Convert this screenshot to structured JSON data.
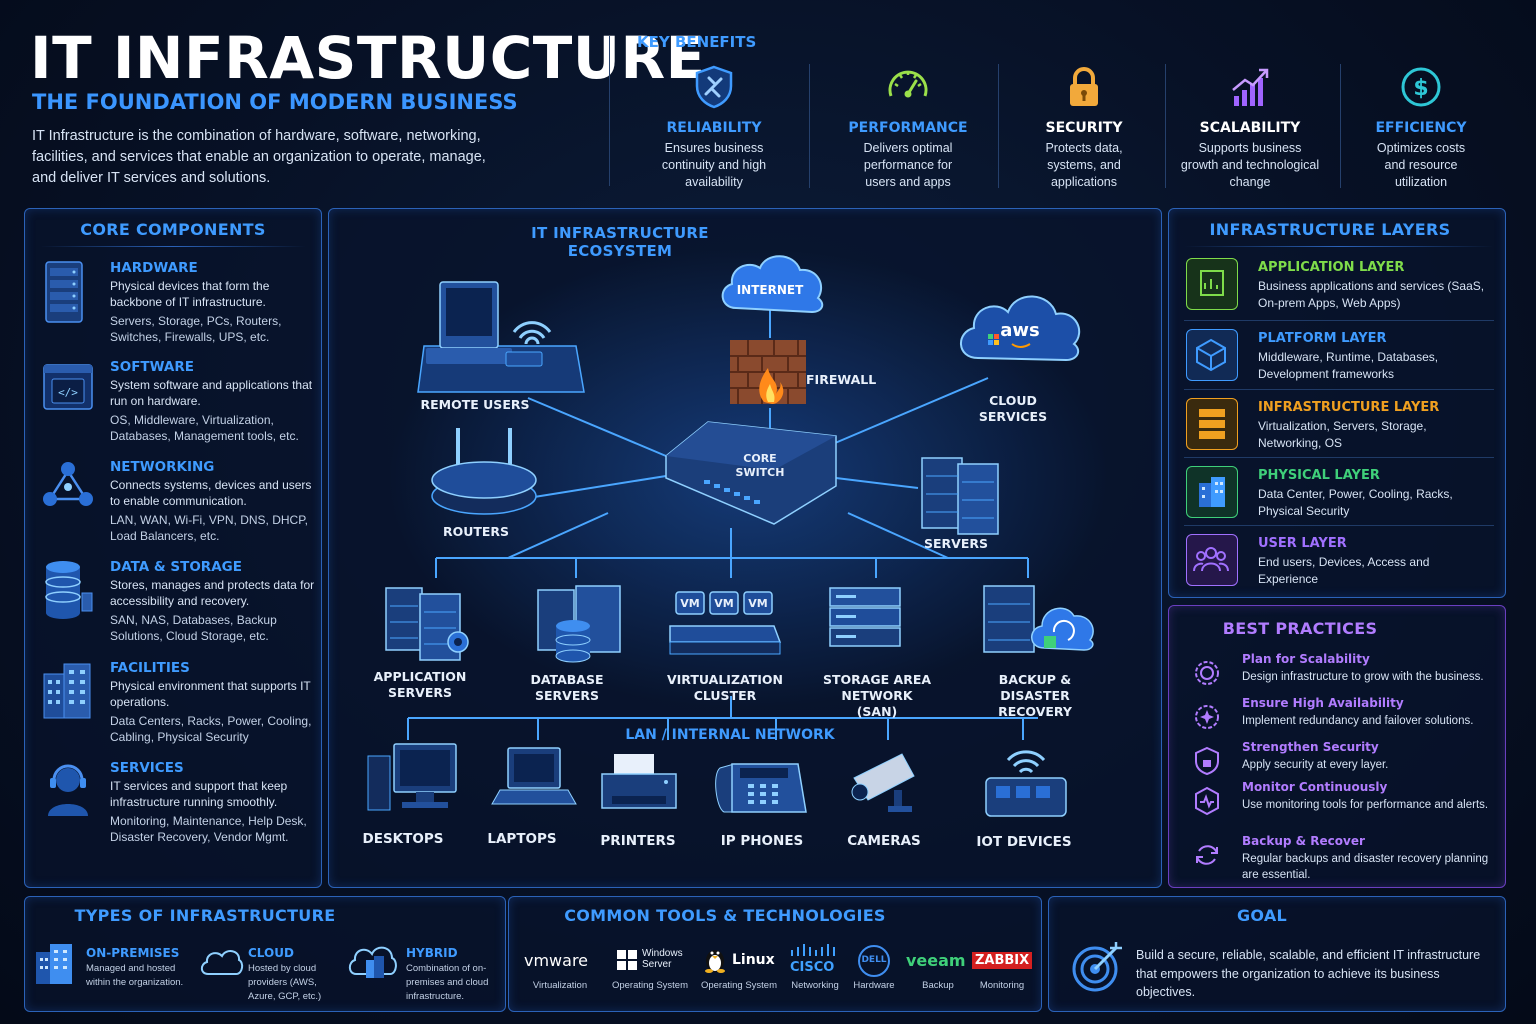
{
  "header": {
    "title": "IT INFRASTRUCTURE",
    "subtitle": "THE FOUNDATION OF MODERN BUSINESS",
    "intro": "IT Infrastructure is the combination of hardware, software, networking, facilities, and services that enable an organization to operate, manage, and deliver IT services and solutions."
  },
  "key_benefits": {
    "title": "KEY BENEFITS",
    "items": [
      {
        "name": "RELIABILITY",
        "desc": "Ensures business continuity and high availability",
        "color": "#3f9bff",
        "icon": "shield-icon"
      },
      {
        "name": "PERFORMANCE",
        "desc": "Delivers optimal performance for users and apps",
        "color": "#3f9bff",
        "icon": "speedometer-icon"
      },
      {
        "name": "SECURITY",
        "desc": "Protects data, systems, and applications",
        "color": "#ffffff",
        "icon": "padlock-icon"
      },
      {
        "name": "SCALABILITY",
        "desc": "Supports business growth and technological change",
        "color": "#ffffff",
        "icon": "growth-chart-icon"
      },
      {
        "name": "EFFICIENCY",
        "desc": "Optimizes costs and resource utilization",
        "color": "#3f9bff",
        "icon": "dollar-icon"
      }
    ]
  },
  "core_components": {
    "title": "CORE COMPONENTS",
    "items": [
      {
        "name": "HARDWARE",
        "desc": "Physical devices that form the backbone of IT infrastructure.",
        "list": "Servers, Storage, PCs, Routers, Switches, Firewalls, UPS, etc.",
        "icon": "server-rack-icon"
      },
      {
        "name": "SOFTWARE",
        "desc": "System software and applications that run on hardware.",
        "list": "OS, Middleware, Virtualization, Databases, Management tools, etc.",
        "icon": "code-window-icon"
      },
      {
        "name": "NETWORKING",
        "desc": "Connects systems, devices and users to enable communication.",
        "list": "LAN, WAN, Wi-Fi, VPN, DNS, DHCP, Load Balancers, etc.",
        "icon": "network-nodes-icon"
      },
      {
        "name": "DATA & STORAGE",
        "desc": "Stores, manages and protects data for accessibility and recovery.",
        "list": "SAN, NAS, Databases, Backup Solutions, Cloud Storage, etc.",
        "icon": "database-icon"
      },
      {
        "name": "FACILITIES",
        "desc": "Physical environment that supports IT operations.",
        "list": "Data Centers, Racks, Power, Cooling, Cabling, Physical Security",
        "icon": "building-icon"
      },
      {
        "name": "SERVICES",
        "desc": "IT services and support that keep infrastructure running smoothly.",
        "list": "Monitoring, Maintenance, Help Desk, Disaster Recovery, Vendor Mgmt.",
        "icon": "headset-agent-icon"
      }
    ]
  },
  "ecosystem": {
    "title": "IT INFRASTRUCTURE ECOSYSTEM",
    "internet": "INTERNET",
    "aws": "aws",
    "core_switch": "CORE SWITCH",
    "vm": "VM",
    "labels": {
      "remote_users": "REMOTE USERS",
      "firewall": "FIREWALL",
      "cloud_services": "CLOUD SERVICES",
      "routers": "ROUTERS",
      "servers": "SERVERS",
      "app_servers": "APPLICATION SERVERS",
      "db_servers": "DATABASE SERVERS",
      "virt_cluster": "VIRTUALIZATION CLUSTER",
      "san": "STORAGE AREA NETWORK (SAN)",
      "backup": "BACKUP & DISASTER RECOVERY",
      "lan": "LAN / INTERNAL NETWORK",
      "desktops": "DESKTOPS",
      "laptops": "LAPTOPS",
      "printers": "PRINTERS",
      "ip_phones": "IP PHONES",
      "cameras": "CAMERAS",
      "iot": "IOT DEVICES"
    }
  },
  "layers": {
    "title": "INFRASTRUCTURE LAYERS",
    "items": [
      {
        "name": "APPLICATION LAYER",
        "desc": "Business applications and services (SaaS, On-prem Apps, Web Apps)",
        "color": "#7fdc4a",
        "icon": "app-layer-icon"
      },
      {
        "name": "PLATFORM LAYER",
        "desc": "Middleware, Runtime, Databases, Development frameworks",
        "color": "#3f9bff",
        "icon": "cube-icon"
      },
      {
        "name": "INFRASTRUCTURE LAYER",
        "desc": "Virtualization, Servers, Storage, Networking, OS",
        "color": "#f0a020",
        "icon": "server-stack-icon"
      },
      {
        "name": "PHYSICAL LAYER",
        "desc": "Data Center, Power, Cooling, Racks, Physical Security",
        "color": "#3fd07a",
        "icon": "datacenter-building-icon"
      },
      {
        "name": "USER LAYER",
        "desc": "End users, Devices, Access and Experience",
        "color": "#a070ff",
        "icon": "users-icon"
      }
    ]
  },
  "best_practices": {
    "title": "BEST PRACTICES",
    "items": [
      {
        "name": "Plan for Scalability",
        "desc": "Design infrastructure to grow with the business.",
        "icon": "gear-growth-icon"
      },
      {
        "name": "Ensure High Availability",
        "desc": "Implement redundancy and failover solutions.",
        "icon": "availability-gear-icon"
      },
      {
        "name": "Strengthen Security",
        "desc": "Apply security at every layer.",
        "icon": "security-shield-icon"
      },
      {
        "name": "Monitor Continuously",
        "desc": "Use monitoring tools for performance and alerts.",
        "icon": "monitor-pulse-icon"
      },
      {
        "name": "Backup & Recover",
        "desc": "Regular backups and disaster recovery planning are essential.",
        "icon": "backup-cycle-icon"
      }
    ]
  },
  "types": {
    "title": "TYPES OF INFRASTRUCTURE",
    "items": [
      {
        "name": "ON-PREMISES",
        "desc": "Managed and hosted within the organization.",
        "icon": "building-icon"
      },
      {
        "name": "CLOUD",
        "desc": "Hosted by cloud providers (AWS, Azure, GCP, etc.)",
        "icon": "cloud-icon"
      },
      {
        "name": "HYBRID",
        "desc": "Combination of on-premises and cloud infrastructure.",
        "icon": "hybrid-cloud-icon"
      }
    ]
  },
  "tools": {
    "title": "COMMON TOOLS & TECHNOLOGIES",
    "items": [
      {
        "logo": "vmware",
        "category": "Virtualization"
      },
      {
        "logo": "Windows Server",
        "category": "Operating System"
      },
      {
        "logo": "Linux",
        "category": "Operating System"
      },
      {
        "logo": "CISCO",
        "category": "Networking"
      },
      {
        "logo": "DELL",
        "category": "Hardware"
      },
      {
        "logo": "veeam",
        "category": "Backup"
      },
      {
        "logo": "ZABBIX",
        "category": "Monitoring"
      }
    ]
  },
  "goal": {
    "title": "GOAL",
    "text": "Build a secure, reliable, scalable, and efficient IT infrastructure that empowers the organization to achieve its business objectives.",
    "icon": "target-icon"
  },
  "colors": {
    "accent_blue": "#3f9bff",
    "accent_purple": "#b17cff",
    "background": "#071126",
    "panel_border": "#2b62b8"
  }
}
